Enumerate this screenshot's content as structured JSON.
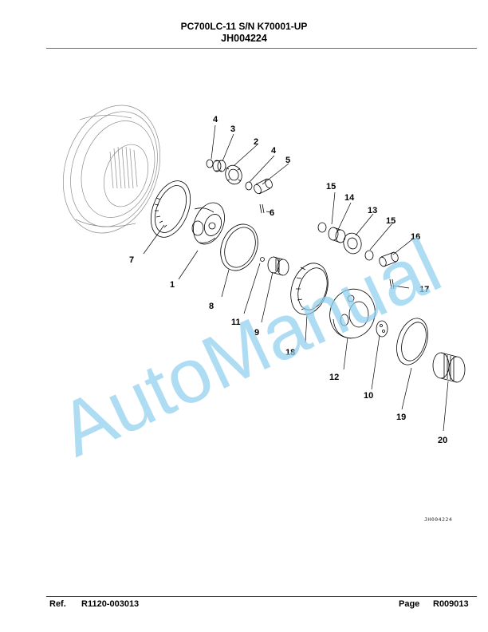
{
  "header": {
    "model": "PC700LC-11 S/N K70001-UP",
    "drawing_id": "JH004224"
  },
  "diagram": {
    "callouts": [
      "1",
      "2",
      "3",
      "4",
      "4",
      "5",
      "6",
      "7",
      "8",
      "9",
      "10",
      "11",
      "12",
      "13",
      "14",
      "15",
      "15",
      "16",
      "17",
      "18",
      "19",
      "20"
    ],
    "reference_code": "JH004224"
  },
  "watermark": "AutoManual",
  "footer": {
    "ref_label": "Ref.",
    "ref_value": "R1120-003013",
    "page_label": "Page",
    "page_value": "R009013"
  }
}
